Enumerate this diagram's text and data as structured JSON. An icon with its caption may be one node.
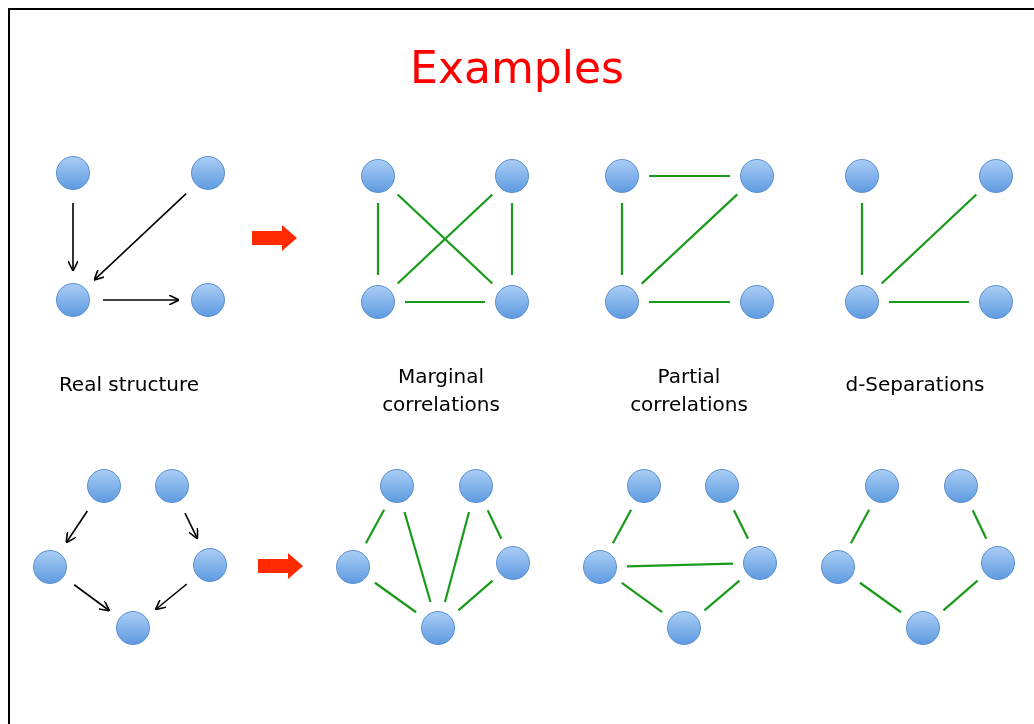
{
  "diagram": {
    "title": "Examples",
    "nodes": [
      {
        "text": [],
        "shape": "circle"
      },
      {
        "text": [],
        "shape": "circle"
      },
      {
        "text": [],
        "shape": "circle"
      },
      {
        "text": [],
        "shape": "circle"
      },
      {
        "text": [],
        "shape": "circle"
      },
      {
        "text": [],
        "shape": "circle"
      },
      {
        "text": [],
        "shape": "circle"
      },
      {
        "text": [],
        "shape": "circle"
      },
      {
        "text": [],
        "shape": "circle"
      },
      {
        "text": [],
        "shape": "circle"
      },
      {
        "text": [],
        "shape": "circle"
      },
      {
        "text": [],
        "shape": "circle"
      },
      {
        "text": [],
        "shape": "circle"
      },
      {
        "text": [],
        "shape": "circle"
      },
      {
        "text": [],
        "shape": "circle"
      },
      {
        "text": [],
        "shape": "circle"
      },
      {
        "text": [],
        "shape": "circle"
      },
      {
        "text": [],
        "shape": "circle"
      },
      {
        "text": [],
        "shape": "circle"
      },
      {
        "text": [],
        "shape": "circle"
      },
      {
        "text": [],
        "shape": "circle"
      },
      {
        "text": [],
        "shape": "circle"
      },
      {
        "text": [],
        "shape": "circle"
      },
      {
        "text": [],
        "shape": "circle"
      },
      {
        "text": [],
        "shape": "circle"
      },
      {
        "text": [],
        "shape": "circle"
      },
      {
        "text": [],
        "shape": "circle"
      },
      {
        "text": [],
        "shape": "circle"
      },
      {
        "text": [],
        "shape": "circle"
      },
      {
        "text": [],
        "shape": "circle"
      },
      {
        "text": [],
        "shape": "circle"
      },
      {
        "text": [],
        "shape": "circle"
      },
      {
        "text": [],
        "shape": "circle"
      },
      {
        "text": [],
        "shape": "circle"
      },
      {
        "text": [],
        "shape": "circle"
      },
      {
        "text": [],
        "shape": "circle"
      }
    ],
    "edges": [
      {
        "from": 0,
        "to": 2,
        "arrow": "to",
        "color": "#000000"
      },
      {
        "from": 1,
        "to": 2,
        "arrow": "to",
        "color": "#000000"
      },
      {
        "from": 2,
        "to": 3,
        "arrow": "to",
        "color": "#000000"
      },
      {
        "from": 4,
        "to": 6,
        "arrow": "none"
      },
      {
        "from": 5,
        "to": 7,
        "arrow": "none"
      },
      {
        "from": 4,
        "to": 7,
        "arrow": "none"
      },
      {
        "from": 5,
        "to": 6,
        "arrow": "none"
      },
      {
        "from": 6,
        "to": 7,
        "arrow": "none"
      },
      {
        "from": 8,
        "to": 9,
        "arrow": "none"
      },
      {
        "from": 8,
        "to": 10,
        "arrow": "none"
      },
      {
        "from": 9,
        "to": 10,
        "arrow": "none"
      },
      {
        "from": 10,
        "to": 11,
        "arrow": "none"
      },
      {
        "from": 12,
        "to": 14,
        "arrow": "none"
      },
      {
        "from": 13,
        "to": 14,
        "arrow": "none"
      },
      {
        "from": 14,
        "to": 15,
        "arrow": "none"
      },
      {
        "from": 16,
        "to": 18,
        "arrow": "to",
        "color": "#000000"
      },
      {
        "from": 17,
        "to": 19,
        "arrow": "to",
        "color": "#000000"
      },
      {
        "from": 18,
        "to": 20,
        "arrow": "to",
        "color": "#000000"
      },
      {
        "from": 19,
        "to": 20,
        "arrow": "to",
        "color": "#000000"
      },
      {
        "from": 21,
        "to": 23,
        "arrow": "none"
      },
      {
        "from": 22,
        "to": 24,
        "arrow": "none"
      },
      {
        "from": 23,
        "to": 25,
        "arrow": "none"
      },
      {
        "from": 24,
        "to": 25,
        "arrow": "none"
      },
      {
        "from": 21,
        "to": 25,
        "arrow": "none"
      },
      {
        "from": 22,
        "to": 25,
        "arrow": "none"
      },
      {
        "from": 26,
        "to": 28,
        "arrow": "none"
      },
      {
        "from": 27,
        "to": 29,
        "arrow": "none"
      },
      {
        "from": 28,
        "to": 29,
        "arrow": "none"
      },
      {
        "from": 28,
        "to": 30,
        "arrow": "none"
      },
      {
        "from": 29,
        "to": 30,
        "arrow": "none"
      },
      {
        "from": 31,
        "to": 33,
        "arrow": "none"
      },
      {
        "from": 32,
        "to": 34,
        "arrow": "none"
      },
      {
        "from": 33,
        "to": 35,
        "arrow": "none"
      },
      {
        "from": 34,
        "to": 35,
        "arrow": "none"
      }
    ],
    "labels": [
      "Real structure",
      "Marginal correlations",
      "Partial correlations",
      "d-Separations"
    ]
  }
}
